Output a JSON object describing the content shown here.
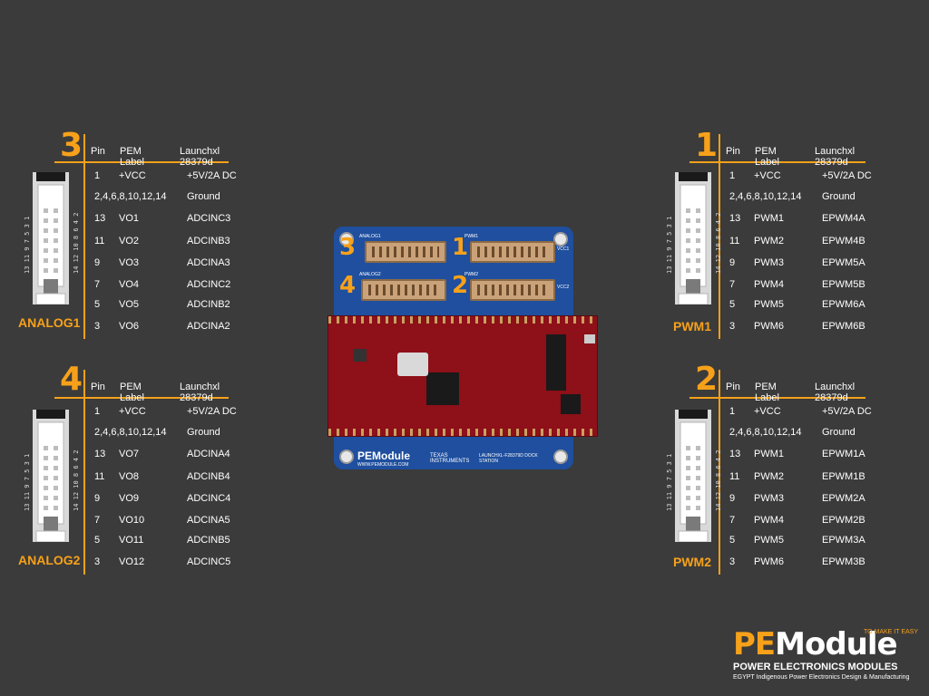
{
  "columns": {
    "pin": "Pin",
    "pem": "PEM Label",
    "launch": "Launchxl 28379d"
  },
  "panels": {
    "p3": {
      "number": "3",
      "name": "ANALOG1",
      "rows": [
        {
          "pin": "1",
          "pem": "+VCC",
          "launch": "+5V/2A  DC"
        },
        {
          "pin": "2,4,6,8,10,12,14",
          "pem": "",
          "launch": "Ground"
        },
        {
          "pin": "13",
          "pem": "VO1",
          "launch": "ADCINC3"
        },
        {
          "pin": "11",
          "pem": "VO2",
          "launch": "ADCINB3"
        },
        {
          "pin": "9",
          "pem": "VO3",
          "launch": "ADCINA3"
        },
        {
          "pin": "7",
          "pem": "VO4",
          "launch": "ADCINC2"
        },
        {
          "pin": "5",
          "pem": "VO5",
          "launch": "ADCINB2"
        },
        {
          "pin": "3",
          "pem": "VO6",
          "launch": "ADCINA2"
        }
      ]
    },
    "p4": {
      "number": "4",
      "name": "ANALOG2",
      "rows": [
        {
          "pin": "1",
          "pem": "+VCC",
          "launch": "+5V/2A  DC"
        },
        {
          "pin": "2,4,6,8,10,12,14",
          "pem": "",
          "launch": "Ground"
        },
        {
          "pin": "13",
          "pem": "VO7",
          "launch": "ADCINA4"
        },
        {
          "pin": "11",
          "pem": "VO8",
          "launch": "ADCINB4"
        },
        {
          "pin": "9",
          "pem": "VO9",
          "launch": "ADCINC4"
        },
        {
          "pin": "7",
          "pem": "VO10",
          "launch": "ADCINA5"
        },
        {
          "pin": "5",
          "pem": "VO11",
          "launch": "ADCINB5"
        },
        {
          "pin": "3",
          "pem": "VO12",
          "launch": "ADCINC5"
        }
      ]
    },
    "p1": {
      "number": "1",
      "name": "PWM1",
      "rows": [
        {
          "pin": "1",
          "pem": "+VCC",
          "launch": "+5V/2A  DC"
        },
        {
          "pin": "2,4,6,8,10,12,14",
          "pem": "",
          "launch": "Ground"
        },
        {
          "pin": "13",
          "pem": "PWM1",
          "launch": "EPWM4A"
        },
        {
          "pin": "11",
          "pem": "PWM2",
          "launch": "EPWM4B"
        },
        {
          "pin": "9",
          "pem": "PWM3",
          "launch": "EPWM5A"
        },
        {
          "pin": "7",
          "pem": "PWM4",
          "launch": "EPWM5B"
        },
        {
          "pin": "5",
          "pem": "PWM5",
          "launch": "EPWM6A"
        },
        {
          "pin": "3",
          "pem": "PWM6",
          "launch": "EPWM6B"
        }
      ]
    },
    "p2": {
      "number": "2",
      "name": "PWM2",
      "rows": [
        {
          "pin": "1",
          "pem": "+VCC",
          "launch": "+5V/2A  DC"
        },
        {
          "pin": "2,4,6,8,10,12,14",
          "pem": "",
          "launch": "Ground"
        },
        {
          "pin": "13",
          "pem": "PWM1",
          "launch": "EPWM1A"
        },
        {
          "pin": "11",
          "pem": "PWM2",
          "launch": "EPWM1B"
        },
        {
          "pin": "9",
          "pem": "PWM3",
          "launch": "EPWM2A"
        },
        {
          "pin": "7",
          "pem": "PWM4",
          "launch": "EPWM2B"
        },
        {
          "pin": "5",
          "pem": "PWM5",
          "launch": "EPWM3A"
        },
        {
          "pin": "3",
          "pem": "PWM6",
          "launch": "EPWM3B"
        }
      ]
    }
  },
  "connector_pins": {
    "odd": "13 11 9 7 5 3 1",
    "even": "14 12 10 8 6 4 2"
  },
  "board": {
    "labels": [
      "3",
      "1",
      "4",
      "2"
    ],
    "silk_analog1": "ANALOG1",
    "silk_pwm1": "PWM1",
    "silk_analog2": "ANALOG2",
    "silk_pwm2": "PWM2",
    "silk_vcc1": "VCC1",
    "silk_vcc2": "VCC2",
    "brand": "PEModule",
    "url": "WWW.PEMODULE.COM",
    "ti": "TEXAS INSTRUMENTS",
    "station": "LAUNCHXL-F28379D DOCK STATION"
  },
  "logo": {
    "pe": "PE",
    "module": "Module",
    "tagline": "TO MAKE IT EASY",
    "title": "POWER ELECTRONICS MODULES",
    "subtitle": "EGYPT Indigenous Power Electronics Design & Manufacturing"
  },
  "colors": {
    "accent": "#f7a11a",
    "background": "#3b3b3b",
    "board": "#1f4f9e",
    "launchpad": "#8e1018"
  }
}
